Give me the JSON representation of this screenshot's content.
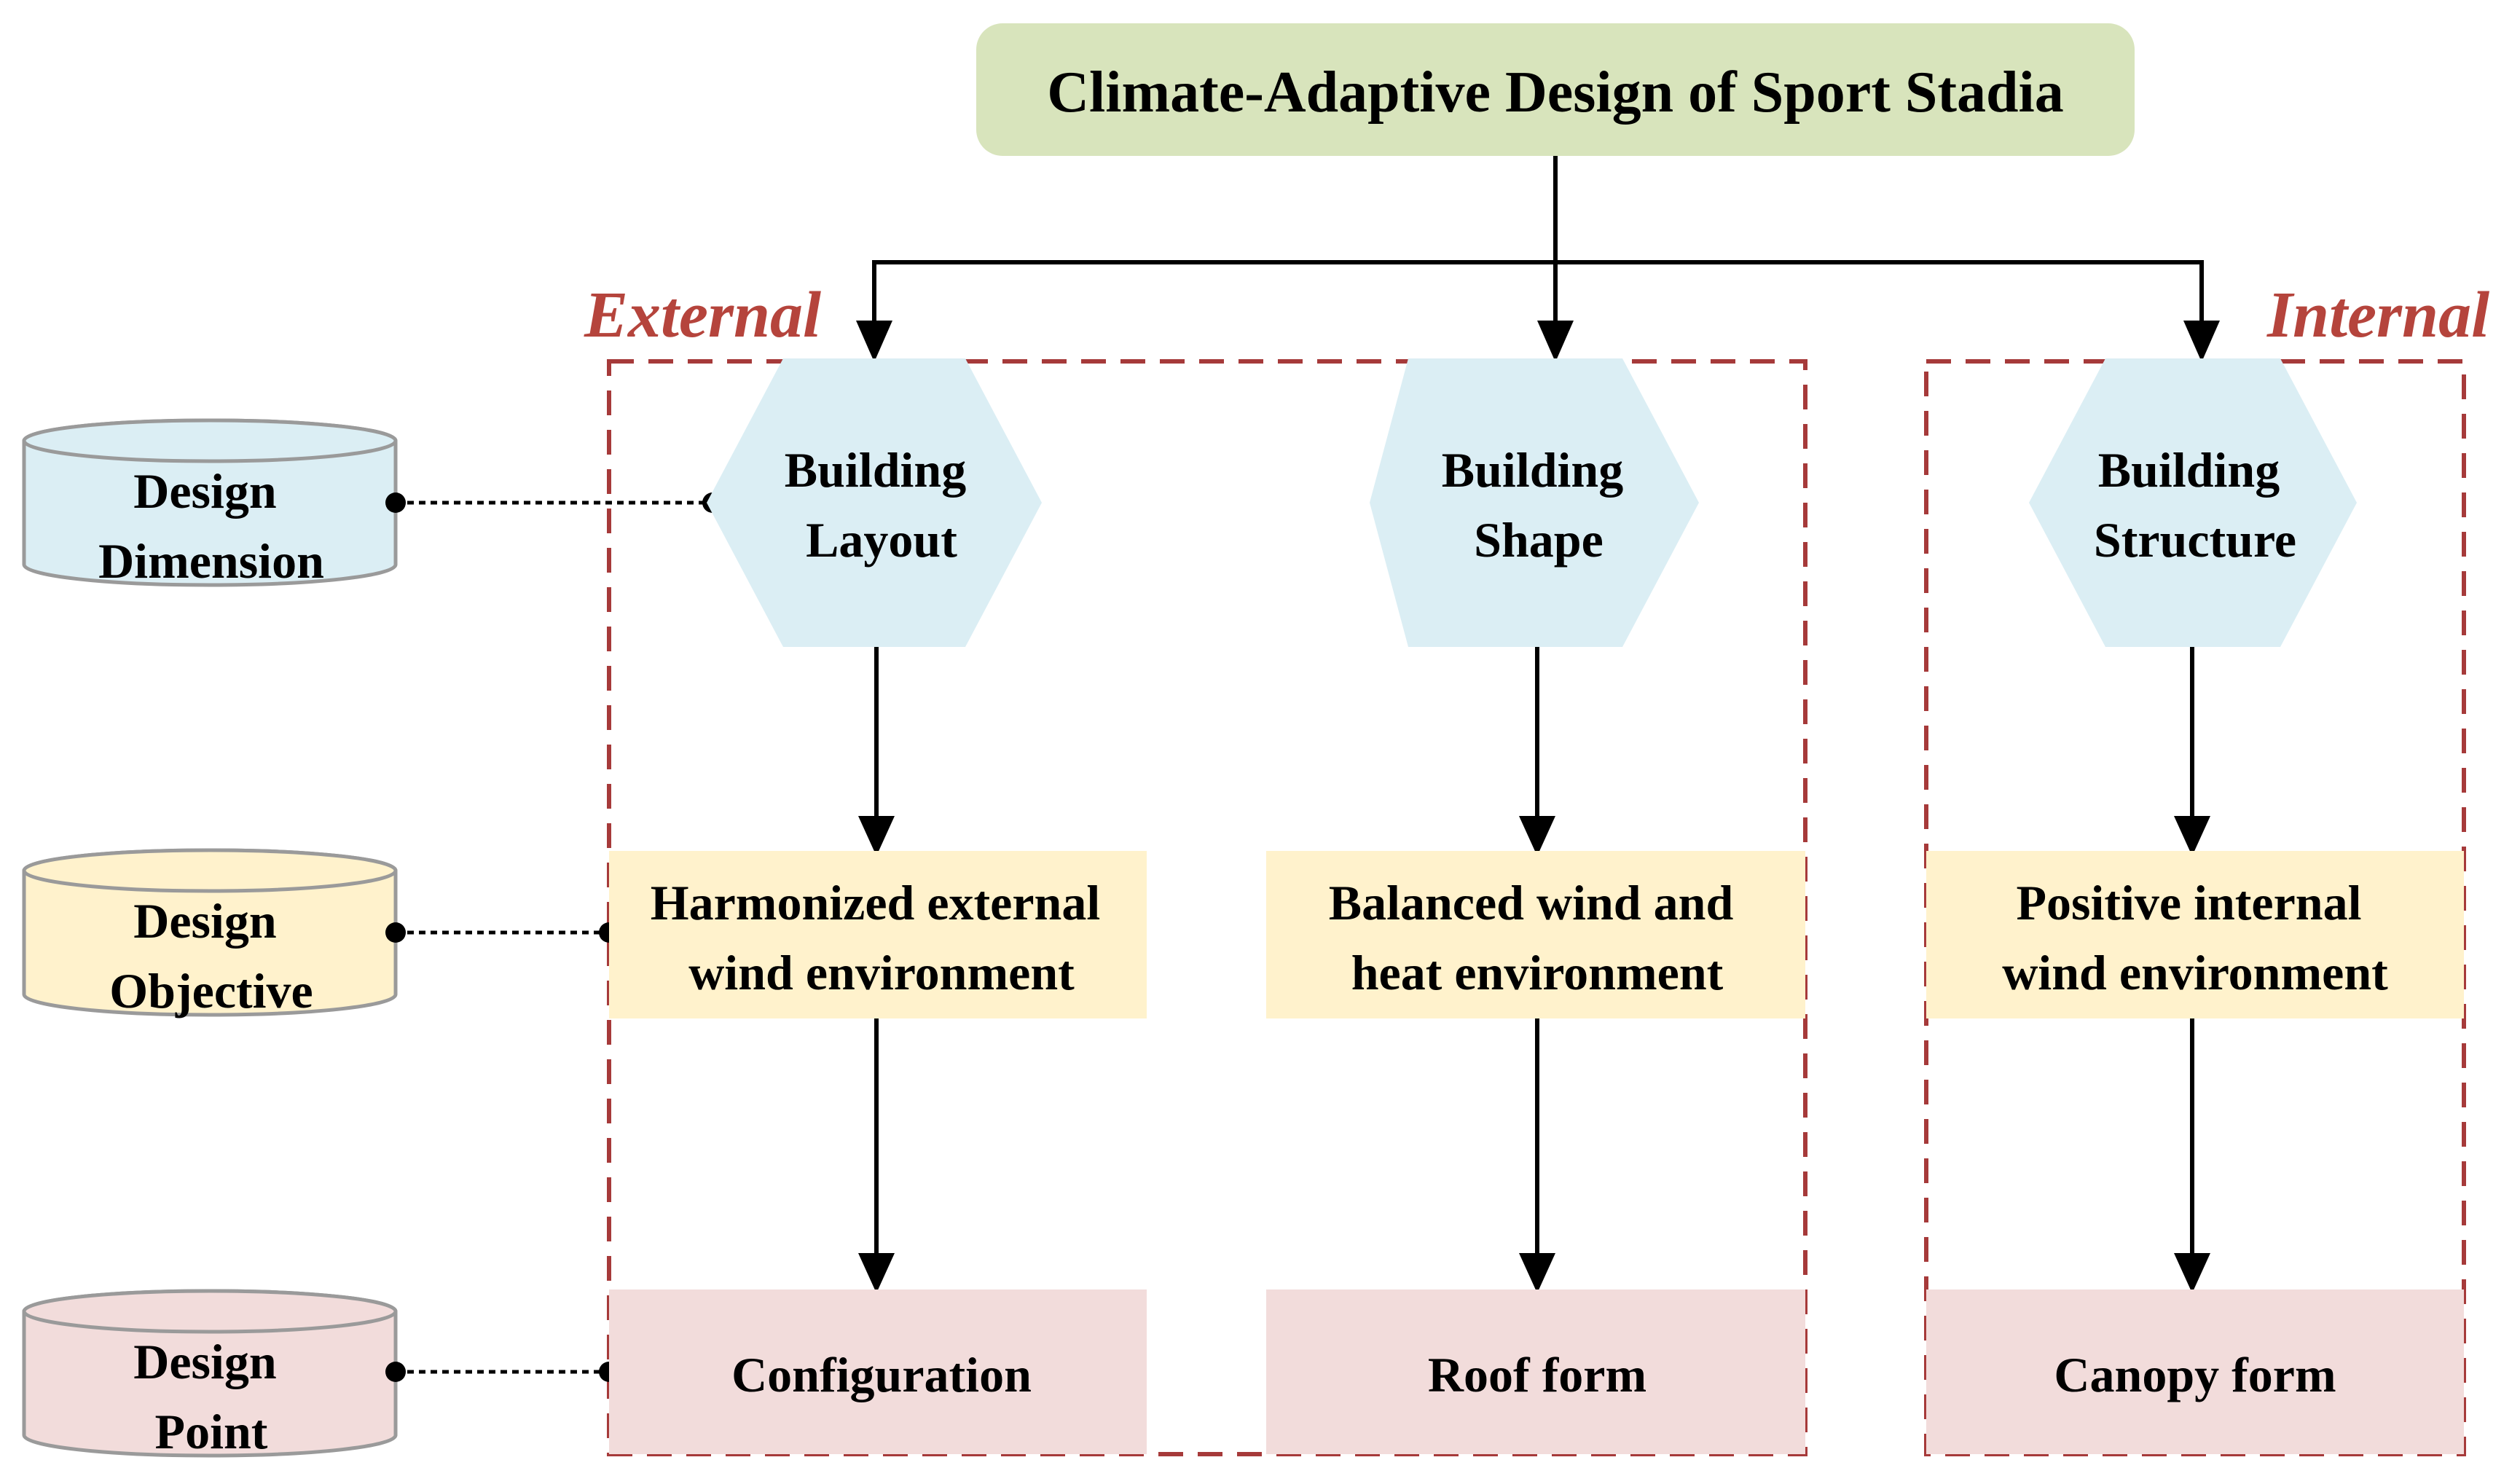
{
  "title": "Climate-Adaptive Design of Sport Stadia",
  "groups": {
    "external": "External",
    "internal": "Internal"
  },
  "legend": {
    "dimension": [
      "Design",
      "Dimension"
    ],
    "objective": [
      "Design",
      "Objective"
    ],
    "point": [
      "Design",
      "Point"
    ]
  },
  "columns": [
    {
      "dimension": [
        "Building",
        "Layout"
      ],
      "objective": [
        "Harmonized external",
        "wind environment"
      ],
      "point": "Configuration"
    },
    {
      "dimension": [
        "Building",
        "Shape"
      ],
      "objective": [
        "Balanced wind and",
        "heat environment"
      ],
      "point": "Roof form"
    },
    {
      "dimension": [
        "Building",
        "Structure"
      ],
      "objective": [
        "Positive internal",
        "wind environment"
      ],
      "point": "Canopy form"
    }
  ],
  "colors": {
    "title_fill": "#d8e4bc",
    "dimension_fill": "#dbeef4",
    "objective_fill": "#fff2cc",
    "point_fill": "#f2dcdb",
    "group_border": "#a63a3a",
    "cylinder_stroke": "#9a9a9a"
  }
}
